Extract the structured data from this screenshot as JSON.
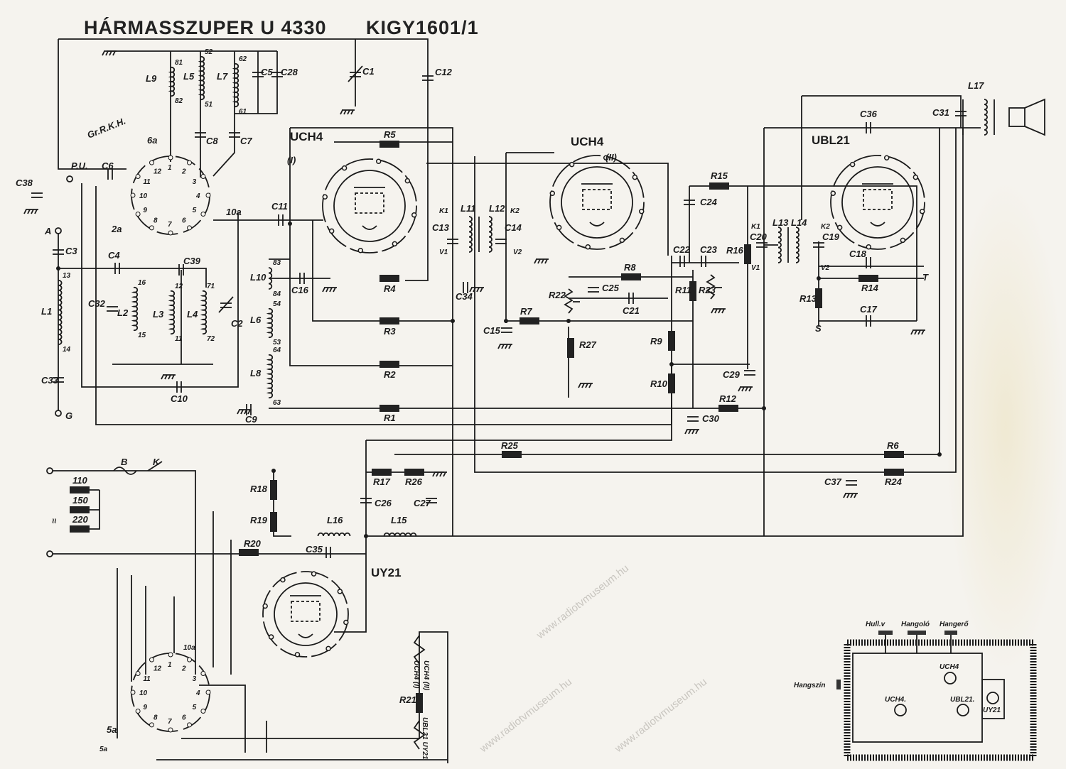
{
  "title": "HÁRMASSZUPER U 4330",
  "model_code": "KIGY1601/1",
  "tubes": [
    {
      "type": "UCH4",
      "index": "(I)"
    },
    {
      "type": "UCH4",
      "index": "(II)"
    },
    {
      "type": "UBL21",
      "index": ""
    },
    {
      "type": "UY21",
      "index": ""
    }
  ],
  "resistors": [
    "R1",
    "R2",
    "R3",
    "R4",
    "R5",
    "R6",
    "R7",
    "R8",
    "R9",
    "R10",
    "R11",
    "R12",
    "R13",
    "R14",
    "R15",
    "R16",
    "R17",
    "R18",
    "R19",
    "R20",
    "R21",
    "R22",
    "R23",
    "R24",
    "R25",
    "R26",
    "R27"
  ],
  "capacitors": [
    "C1",
    "C2",
    "C3",
    "C4",
    "C5",
    "C6",
    "C7",
    "C8",
    "C9",
    "C10",
    "C11",
    "C12",
    "C13",
    "C14",
    "C15",
    "C16",
    "C17",
    "C18",
    "C19",
    "C20",
    "C21",
    "C22",
    "C23",
    "C24",
    "C25",
    "C26",
    "C27",
    "C28",
    "C29",
    "C30",
    "C31",
    "C32",
    "C33",
    "C34",
    "C35",
    "C36",
    "C37",
    "C38",
    "C39"
  ],
  "coils": [
    "L1",
    "L2",
    "L3",
    "L4",
    "L5",
    "L6",
    "L7",
    "L8",
    "L9",
    "L10",
    "L11",
    "L12",
    "L13",
    "L14",
    "L15",
    "L16",
    "L17"
  ],
  "coil_taps": [
    [
      "13",
      "14"
    ],
    [
      "16",
      "15"
    ],
    [
      "12",
      "11"
    ],
    [
      "71",
      "72"
    ],
    [
      "52",
      "51"
    ],
    [
      "54",
      "53"
    ],
    [
      "62",
      "61"
    ],
    [
      "64",
      "63"
    ],
    [
      "81",
      "82"
    ],
    [
      "83",
      "84"
    ]
  ],
  "terminals": [
    "A",
    "G",
    "P.U.",
    "B",
    "K",
    "6a",
    "10a",
    "2a",
    "5a",
    "K1",
    "V1",
    "K2",
    "V2",
    "K1",
    "V1",
    "K2",
    "V2",
    "T",
    "S",
    "Gr.R.K.H.",
    "10a",
    "5a"
  ],
  "mains_taps": [
    "110",
    "150",
    "220"
  ],
  "mains_symbol": "≈",
  "switch_top_numbers": [
    "1",
    "2",
    "3",
    "4",
    "5",
    "6",
    "7",
    "8",
    "9",
    "10",
    "11",
    "12"
  ],
  "switch_bottom_numbers": [
    "1",
    "2",
    "3",
    "4",
    "5",
    "6",
    "7",
    "8",
    "9",
    "10",
    "11",
    "12"
  ],
  "heater_labels": [
    "UCH4 (II)",
    "UCH4 (I)",
    "UBL21 UY21"
  ],
  "layout_box": {
    "knobs": [
      "Hull.v",
      "Hangoló",
      "Hangerő"
    ],
    "side_knob": "Hangszín",
    "tube_labels": [
      "UCH4",
      "UCH4.",
      "UBL21.",
      "UY21"
    ]
  },
  "watermark": "www.radiotvmuseum.hu"
}
